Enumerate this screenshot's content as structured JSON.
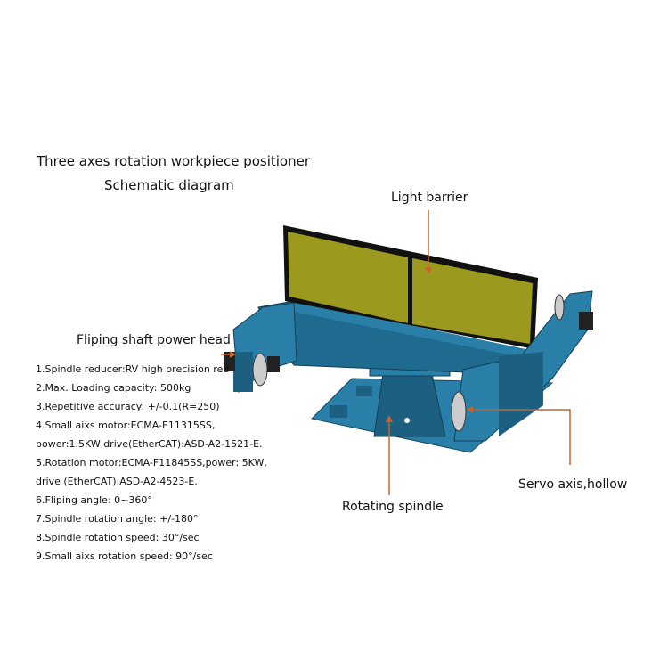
{
  "title": "Three axes rotation workpiece positioner",
  "subtitle": "Schematic diagram",
  "callouts": {
    "light_barrier": "Light barrier",
    "fliping_shaft": "Fliping shaft power head",
    "servo_axis": "Servo axis,hollow",
    "rotating_spindle": "Rotating spindle"
  },
  "specs": [
    "1.Spindle reducer:RV high precision reducer",
    "2.Max. Loading capacity: 500kg",
    "3.Repetitive accuracy: +/-0.1(R=250)",
    "4.Small aixs motor:ECMA-E11315SS,",
    "power:1.5KW,drive(EtherCAT):ASD-A2-1521-E.",
    "5.Rotation motor:ECMA-F11845SS,power: 5KW,",
    "drive (EtherCAT):ASD-A2-4523-E.",
    "6.Fliping angle: 0~360°",
    "7.Spindle rotation angle: +/-180°",
    "8.Spindle rotation speed: 30°/sec",
    "9.Small aixs rotation speed: 90°/sec"
  ],
  "colors": {
    "machine": "#2a7fa8",
    "machine_dark": "#1d5f80",
    "panel": "#9c9a1e",
    "callout": "#c8642a"
  }
}
